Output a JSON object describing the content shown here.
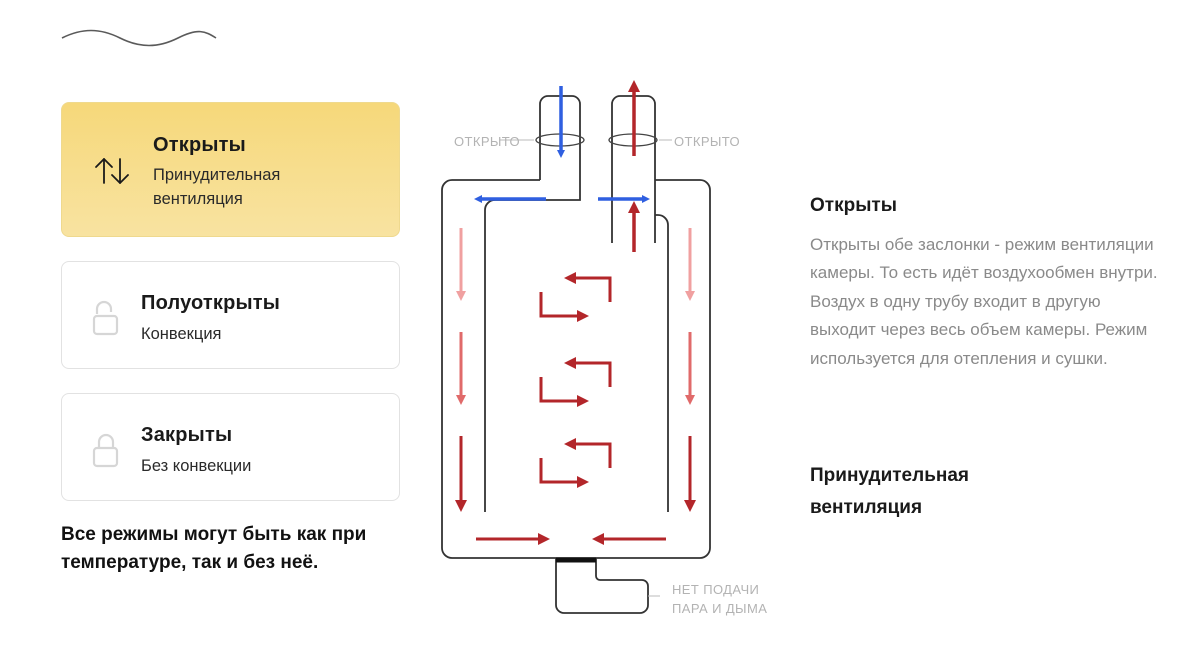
{
  "modes": [
    {
      "title": "Открыты",
      "subtitle": "Принудительная вентиляция",
      "icon": "up-down-arrows-icon",
      "active": true
    },
    {
      "title": "Полуоткрыты",
      "subtitle": "Конвекция",
      "icon": "unlocked-padlock-icon",
      "active": false
    },
    {
      "title": "Закрыты",
      "subtitle": "Без конвекции",
      "icon": "locked-padlock-icon",
      "active": false
    }
  ],
  "note": "Все режимы могут быть как при температуре, так и без неё.",
  "diagram": {
    "label_left": "ОТКРЫТО",
    "label_right": "ОТКРЫТО",
    "label_bottom_line1": "НЕТ ПОДАЧИ",
    "label_bottom_line2": "ПАРА И ДЫМА"
  },
  "description": {
    "title": "Открыты",
    "text": "Открыты обе заслонки - режим вентиляции камеры. То есть идёт воздухообмен внутри. Воздух в одну трубу входит в другую выходит через весь объем камеры. Режим используется для отепления и сушки.",
    "second_title": "Принудительная вентиляция"
  },
  "colors": {
    "accent": "#f6d87a",
    "arrow_blue": "#2f5fe0",
    "arrow_red": "#b3262a",
    "arrow_pink": "#f0a0a0"
  }
}
